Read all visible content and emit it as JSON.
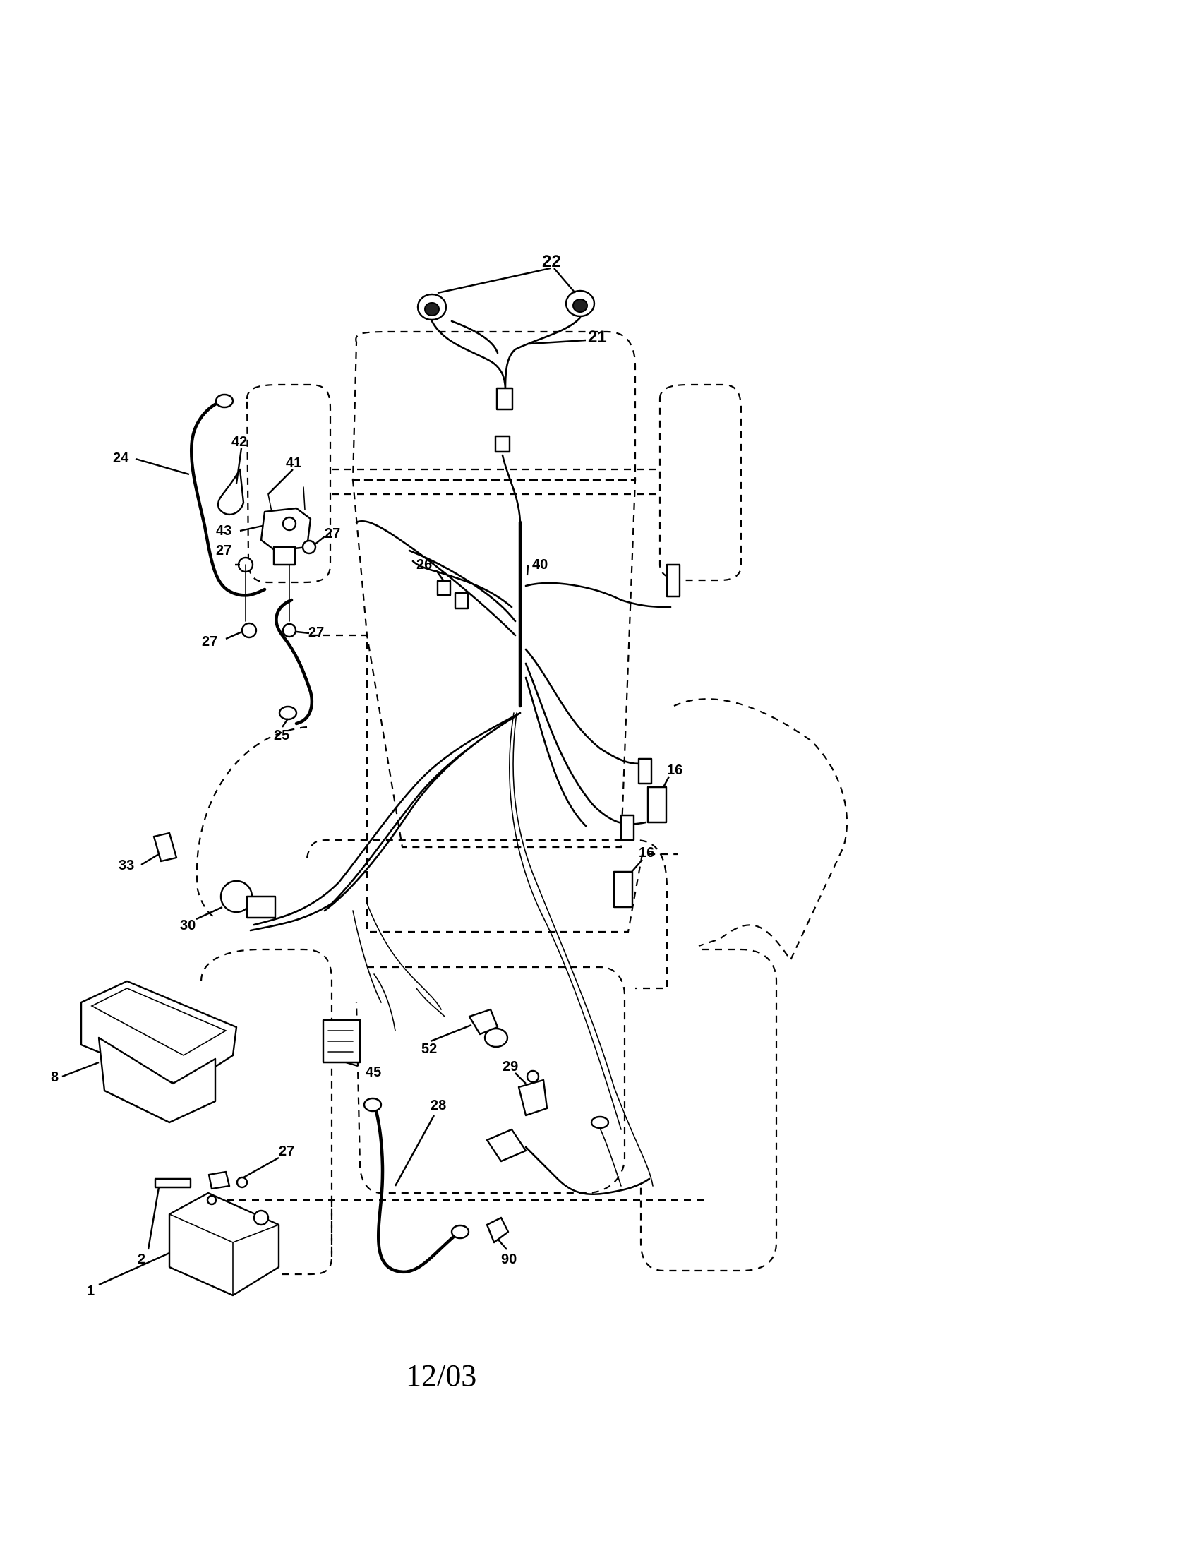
{
  "callouts": {
    "c22": "22",
    "c21": "21",
    "c24": "24",
    "c42": "42",
    "c41": "41",
    "c43": "43",
    "c27a": "27",
    "c27b": "27",
    "c27c": "27",
    "c27d": "27",
    "c27e": "27",
    "c26": "26",
    "c40": "40",
    "c25": "25",
    "c16a": "16",
    "c16b": "16",
    "c33": "33",
    "c30": "30",
    "c8": "8",
    "c52": "52",
    "c45": "45",
    "c29": "29",
    "c28": "28",
    "c2": "2",
    "c1": "1",
    "c90": "90"
  },
  "footer": {
    "date": "12/03"
  }
}
